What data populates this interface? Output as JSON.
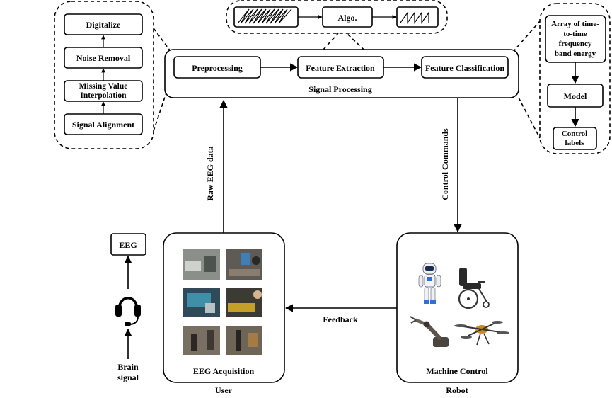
{
  "preprocessing_panel": {
    "steps": [
      "Digitalize",
      "Noise Removal",
      "Missing Value Interpolation",
      "Signal Alignment"
    ]
  },
  "algorithm_panel": {
    "label": "Algo."
  },
  "signal_processing": {
    "title": "Signal Processing",
    "stages": [
      "Preprocessing",
      "Feature Extraction",
      "Feature Classification"
    ]
  },
  "classification_panel": {
    "input": "Array of time-to-time frequency band energy",
    "model": "Model",
    "output": "Control labels"
  },
  "edges": {
    "raw_eeg": "Raw EEG data",
    "control_commands": "Control Commands",
    "feedback": "Feedback"
  },
  "user_side": {
    "eeg_label": "EEG",
    "brain_signal": "Brain signal",
    "acquisition_title": "EEG Acquisition",
    "user_label": "User"
  },
  "robot_side": {
    "machine_title": "Machine Control",
    "robot_label": "Robot"
  },
  "icons": [
    "headset-icon",
    "humanoid-robot-icon",
    "wheelchair-icon",
    "robotic-arm-icon",
    "drone-icon"
  ]
}
